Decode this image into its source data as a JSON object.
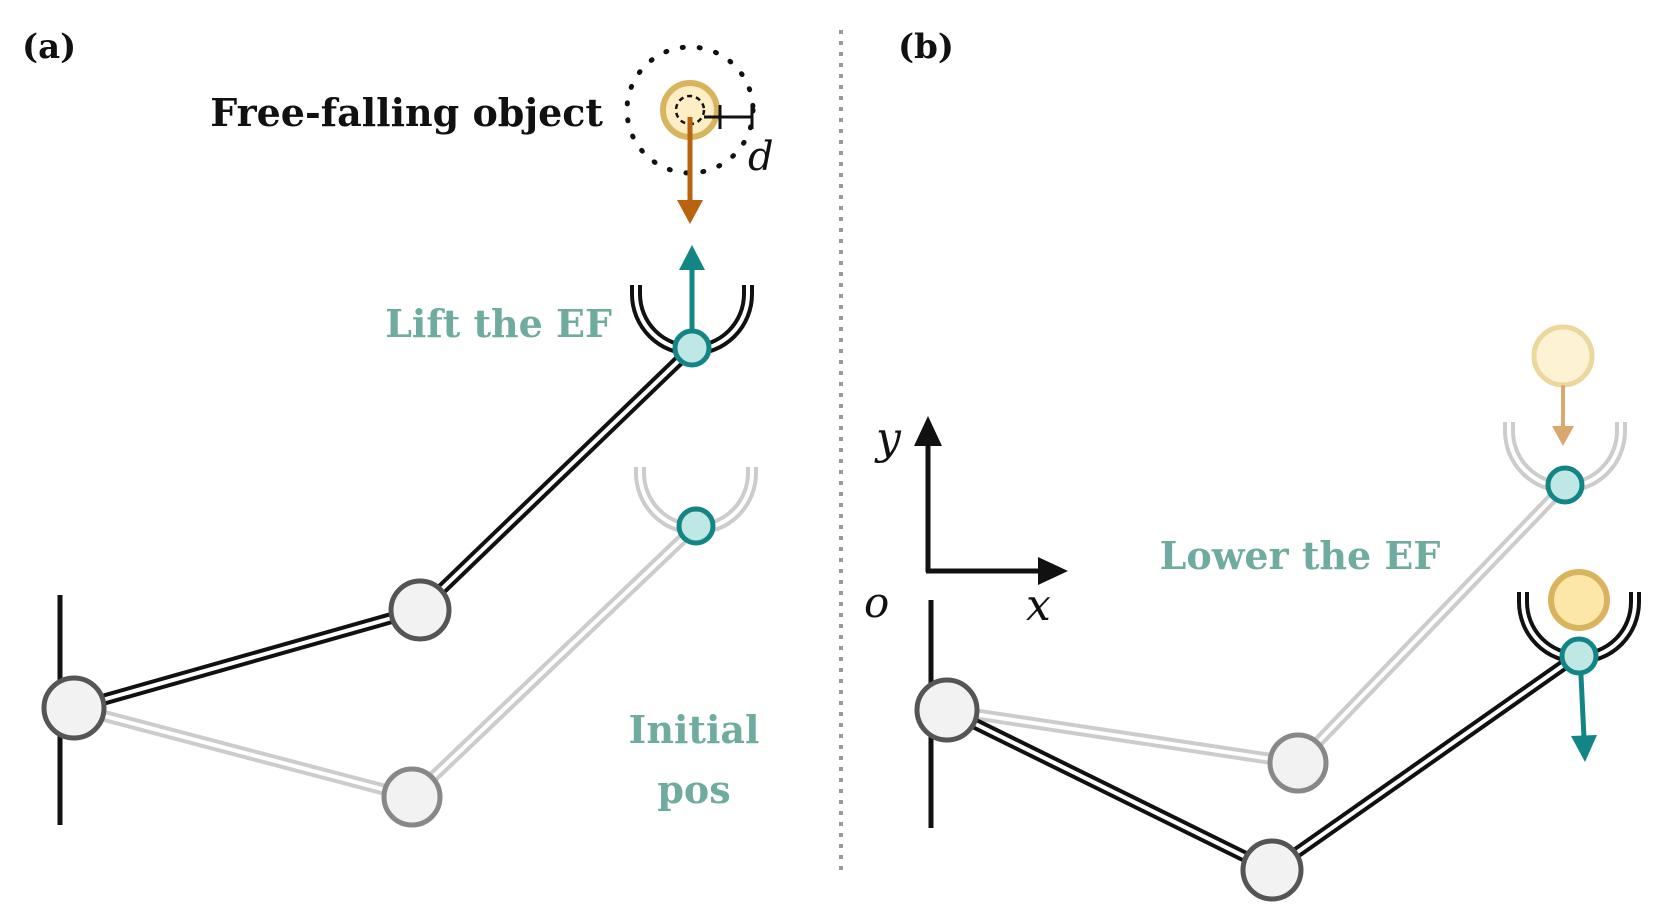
{
  "panels": {
    "a": {
      "label": "(a)",
      "object_label": "Free-falling object",
      "distance_label": "d",
      "action_label": "Lift the EF",
      "initial_label_line1": "Initial",
      "initial_label_line2": "pos"
    },
    "b": {
      "label": "(b)",
      "action_label": "Lower the EF",
      "axis_y": "y",
      "axis_x": "x",
      "axis_origin": "o"
    }
  },
  "colors": {
    "arm": "#111111",
    "ghost_arm": "#cccccc",
    "joint_fill": "#f2f2f2",
    "joint_stroke": "#666666",
    "ef_fill": "#bfe7e6",
    "ef_stroke": "#138585",
    "ball_fill": "#fdeec5",
    "ball_stroke": "#d8b45e",
    "fall_arrow": "#b8640f",
    "ef_arrow": "#138585",
    "label_teal": "#6fab9e",
    "divider": "#999999"
  }
}
